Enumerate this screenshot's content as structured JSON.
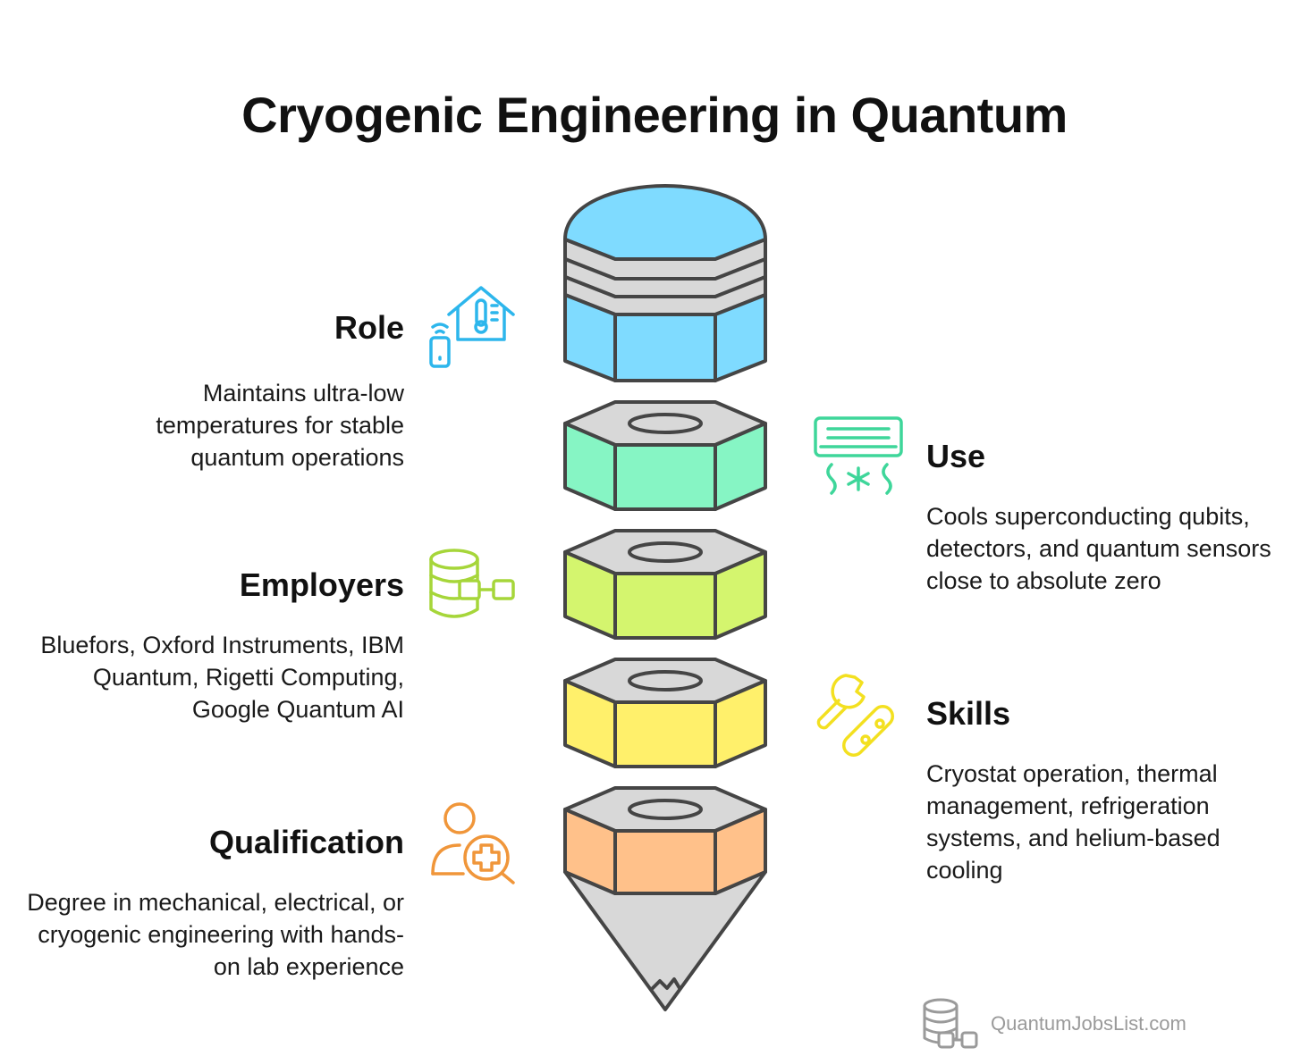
{
  "title": "Cryogenic Engineering in Quantum",
  "sections": {
    "role": {
      "heading": "Role",
      "text": "Maintains ultra-low temperatures for stable quantum operations",
      "icon": "smart-home-thermostat-icon"
    },
    "use": {
      "heading": "Use",
      "text": "Cools superconducting qubits, detectors, and quantum sensors close to absolute zero",
      "icon": "air-conditioner-icon"
    },
    "employers": {
      "heading": "Employers",
      "text": "Bluefors, Oxford Instruments, IBM Quantum, Rigetti Computing, Google Quantum AI",
      "icon": "database-network-icon"
    },
    "skills": {
      "heading": "Skills",
      "text": "Cryostat operation, thermal management, refrigeration systems, and helium-based cooling",
      "icon": "wrench-tools-icon"
    },
    "qualification": {
      "heading": "Qualification",
      "text": "Degree in mechanical, electrical, or cryogenic engineering with hands-on lab experience",
      "icon": "user-search-icon"
    }
  },
  "watermark": "QuantumJobsList.com",
  "colors": {
    "role": "#7fdbff",
    "use": "#86f5c4",
    "employers": "#d4f56e",
    "skills": "#fff06b",
    "qualification": "#ffc18a",
    "grey": "#d8d8d8",
    "outline": "#454545"
  }
}
